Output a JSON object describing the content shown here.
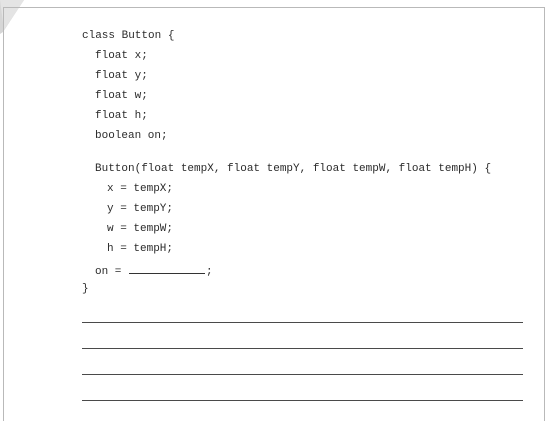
{
  "code": {
    "class_decl": "class Button {",
    "field_x": "float x;",
    "field_y": "float y;",
    "field_w": "float w;",
    "field_h": "float h;",
    "field_on": "boolean on;",
    "constructor_decl": "Button(float tempX, float tempY, float tempW, float tempH) {",
    "assign_x": "x = tempX;",
    "assign_y": "y = tempY;",
    "assign_w": "w = tempW;",
    "assign_h": "h = tempH;",
    "assign_on_prefix": "on = ",
    "assign_on_suffix": ";",
    "closing_brace": "}"
  }
}
